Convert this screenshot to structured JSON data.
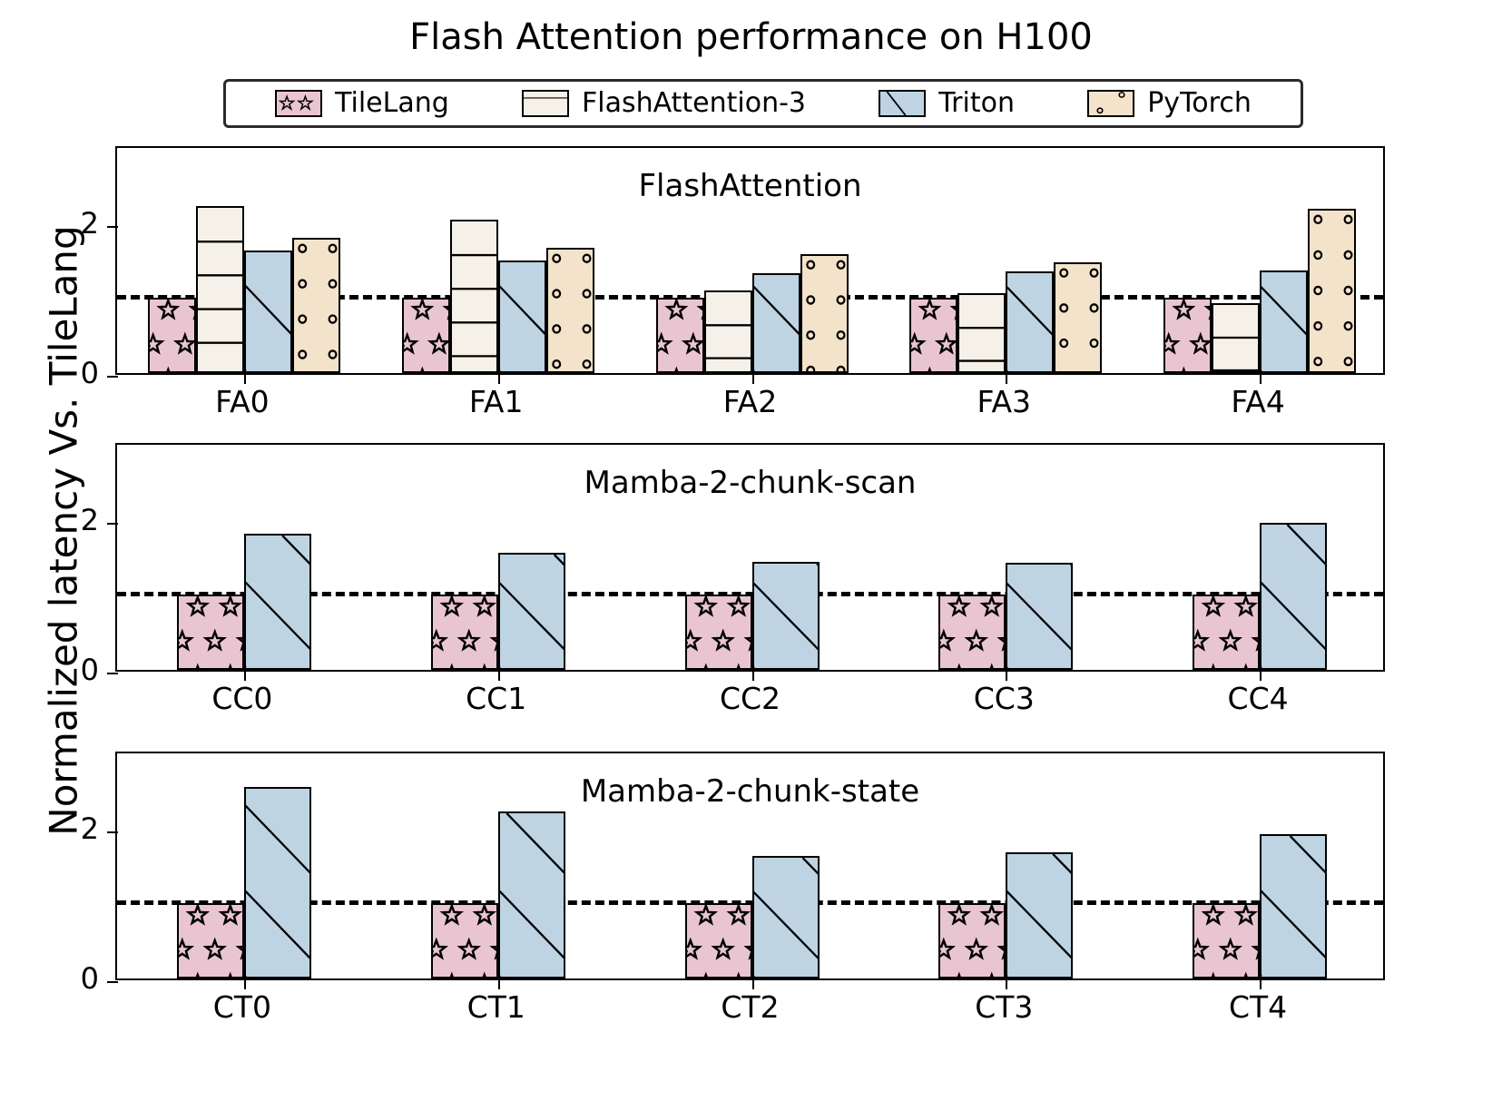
{
  "chart_data": {
    "type": "bar",
    "title": "Flash Attention performance on H100",
    "ylabel": "Normalized latency Vs. TileLang",
    "xlabel": "",
    "ylim": [
      0,
      3.05
    ],
    "yticks": [
      0,
      2
    ],
    "ytick_labels": [
      "0",
      "2"
    ],
    "grid": false,
    "legend_position": "top",
    "reference_line": {
      "value": 1.0,
      "style": "dashed",
      "color": "#000000"
    },
    "legend": [
      "TileLang",
      "FlashAttention-3",
      "Triton",
      "PyTorch"
    ],
    "series_colors": {
      "TileLang": "#e9c5d2",
      "FlashAttention-3": "#f5f1e8",
      "Triton": "#bed4e2",
      "PyTorch": "#f3e3cb"
    },
    "series_hatches": {
      "TileLang": "stars",
      "FlashAttention-3": "horizontal-lines",
      "Triton": "diagonal-lines",
      "PyTorch": "circles"
    },
    "subplots": [
      {
        "title": "FlashAttention",
        "categories": [
          "FA0",
          "FA1",
          "FA2",
          "FA3",
          "FA4"
        ],
        "series": [
          {
            "name": "TileLang",
            "values": [
              1.0,
              1.0,
              1.0,
              1.0,
              1.0
            ]
          },
          {
            "name": "FlashAttention-3",
            "values": [
              2.23,
              2.04,
              1.1,
              1.07,
              0.93
            ]
          },
          {
            "name": "Triton",
            "values": [
              1.63,
              1.5,
              1.33,
              1.36,
              1.37
            ]
          },
          {
            "name": "PyTorch",
            "values": [
              1.8,
              1.67,
              1.58,
              1.48,
              2.19
            ]
          }
        ]
      },
      {
        "title": "Mamba-2-chunk-scan",
        "categories": [
          "CC0",
          "CC1",
          "CC2",
          "CC3",
          "CC4"
        ],
        "series": [
          {
            "name": "TileLang",
            "values": [
              1.0,
              1.0,
              1.0,
              1.0,
              1.0
            ]
          },
          {
            "name": "Triton",
            "values": [
              1.81,
              1.56,
              1.44,
              1.43,
              1.96
            ]
          }
        ]
      },
      {
        "title": "Mamba-2-chunk-state",
        "categories": [
          "CT0",
          "CT1",
          "CT2",
          "CT3",
          "CT4"
        ],
        "series": [
          {
            "name": "TileLang",
            "values": [
              1.0,
              1.0,
              1.0,
              1.0,
              1.0
            ]
          },
          {
            "name": "Triton",
            "values": [
              2.56,
              2.23,
              1.64,
              1.68,
              1.92
            ]
          }
        ]
      }
    ]
  }
}
